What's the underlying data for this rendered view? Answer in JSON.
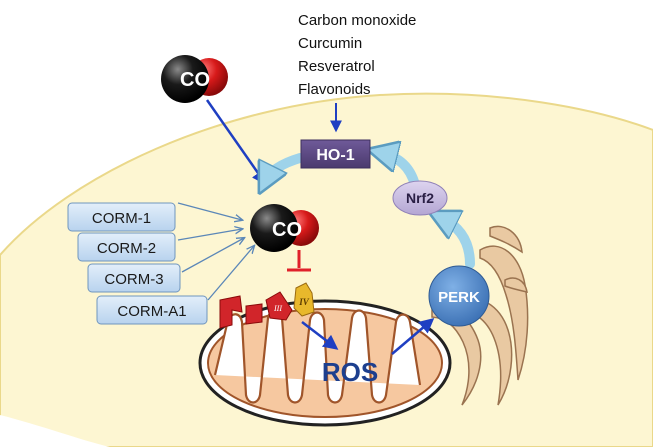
{
  "inducers": [
    "Carbon monoxide",
    "Curcumin",
    "Resveratrol",
    "Flavonoids"
  ],
  "labels": {
    "ho1": "HO-1",
    "nrf2": "Nrf2",
    "perk": "PERK",
    "ros": "ROS",
    "co_free": "CO",
    "co_bound": "CO",
    "complex_iii": "III",
    "complex_iv": "IV"
  },
  "corms": [
    "CORM-1",
    "CORM-2",
    "CORM-3",
    "CORM-A1"
  ],
  "colors": {
    "cell": "#fdf6d2",
    "cell_border": "#ead88a",
    "ho1_box": "#5e4a86",
    "nrf2": "#c8bde0",
    "perk": "#4f86c6",
    "curved_arrow": "#9ed3ea",
    "blue_arrow": "#1f3fc2",
    "inhibit": "#e0202a",
    "corm_box": "#cfe3f6",
    "mito_fill": "#f6c8a0",
    "ros_text": "#1d3f8e",
    "complex": "#d1252a",
    "complex_iv": "#e8b82c"
  }
}
